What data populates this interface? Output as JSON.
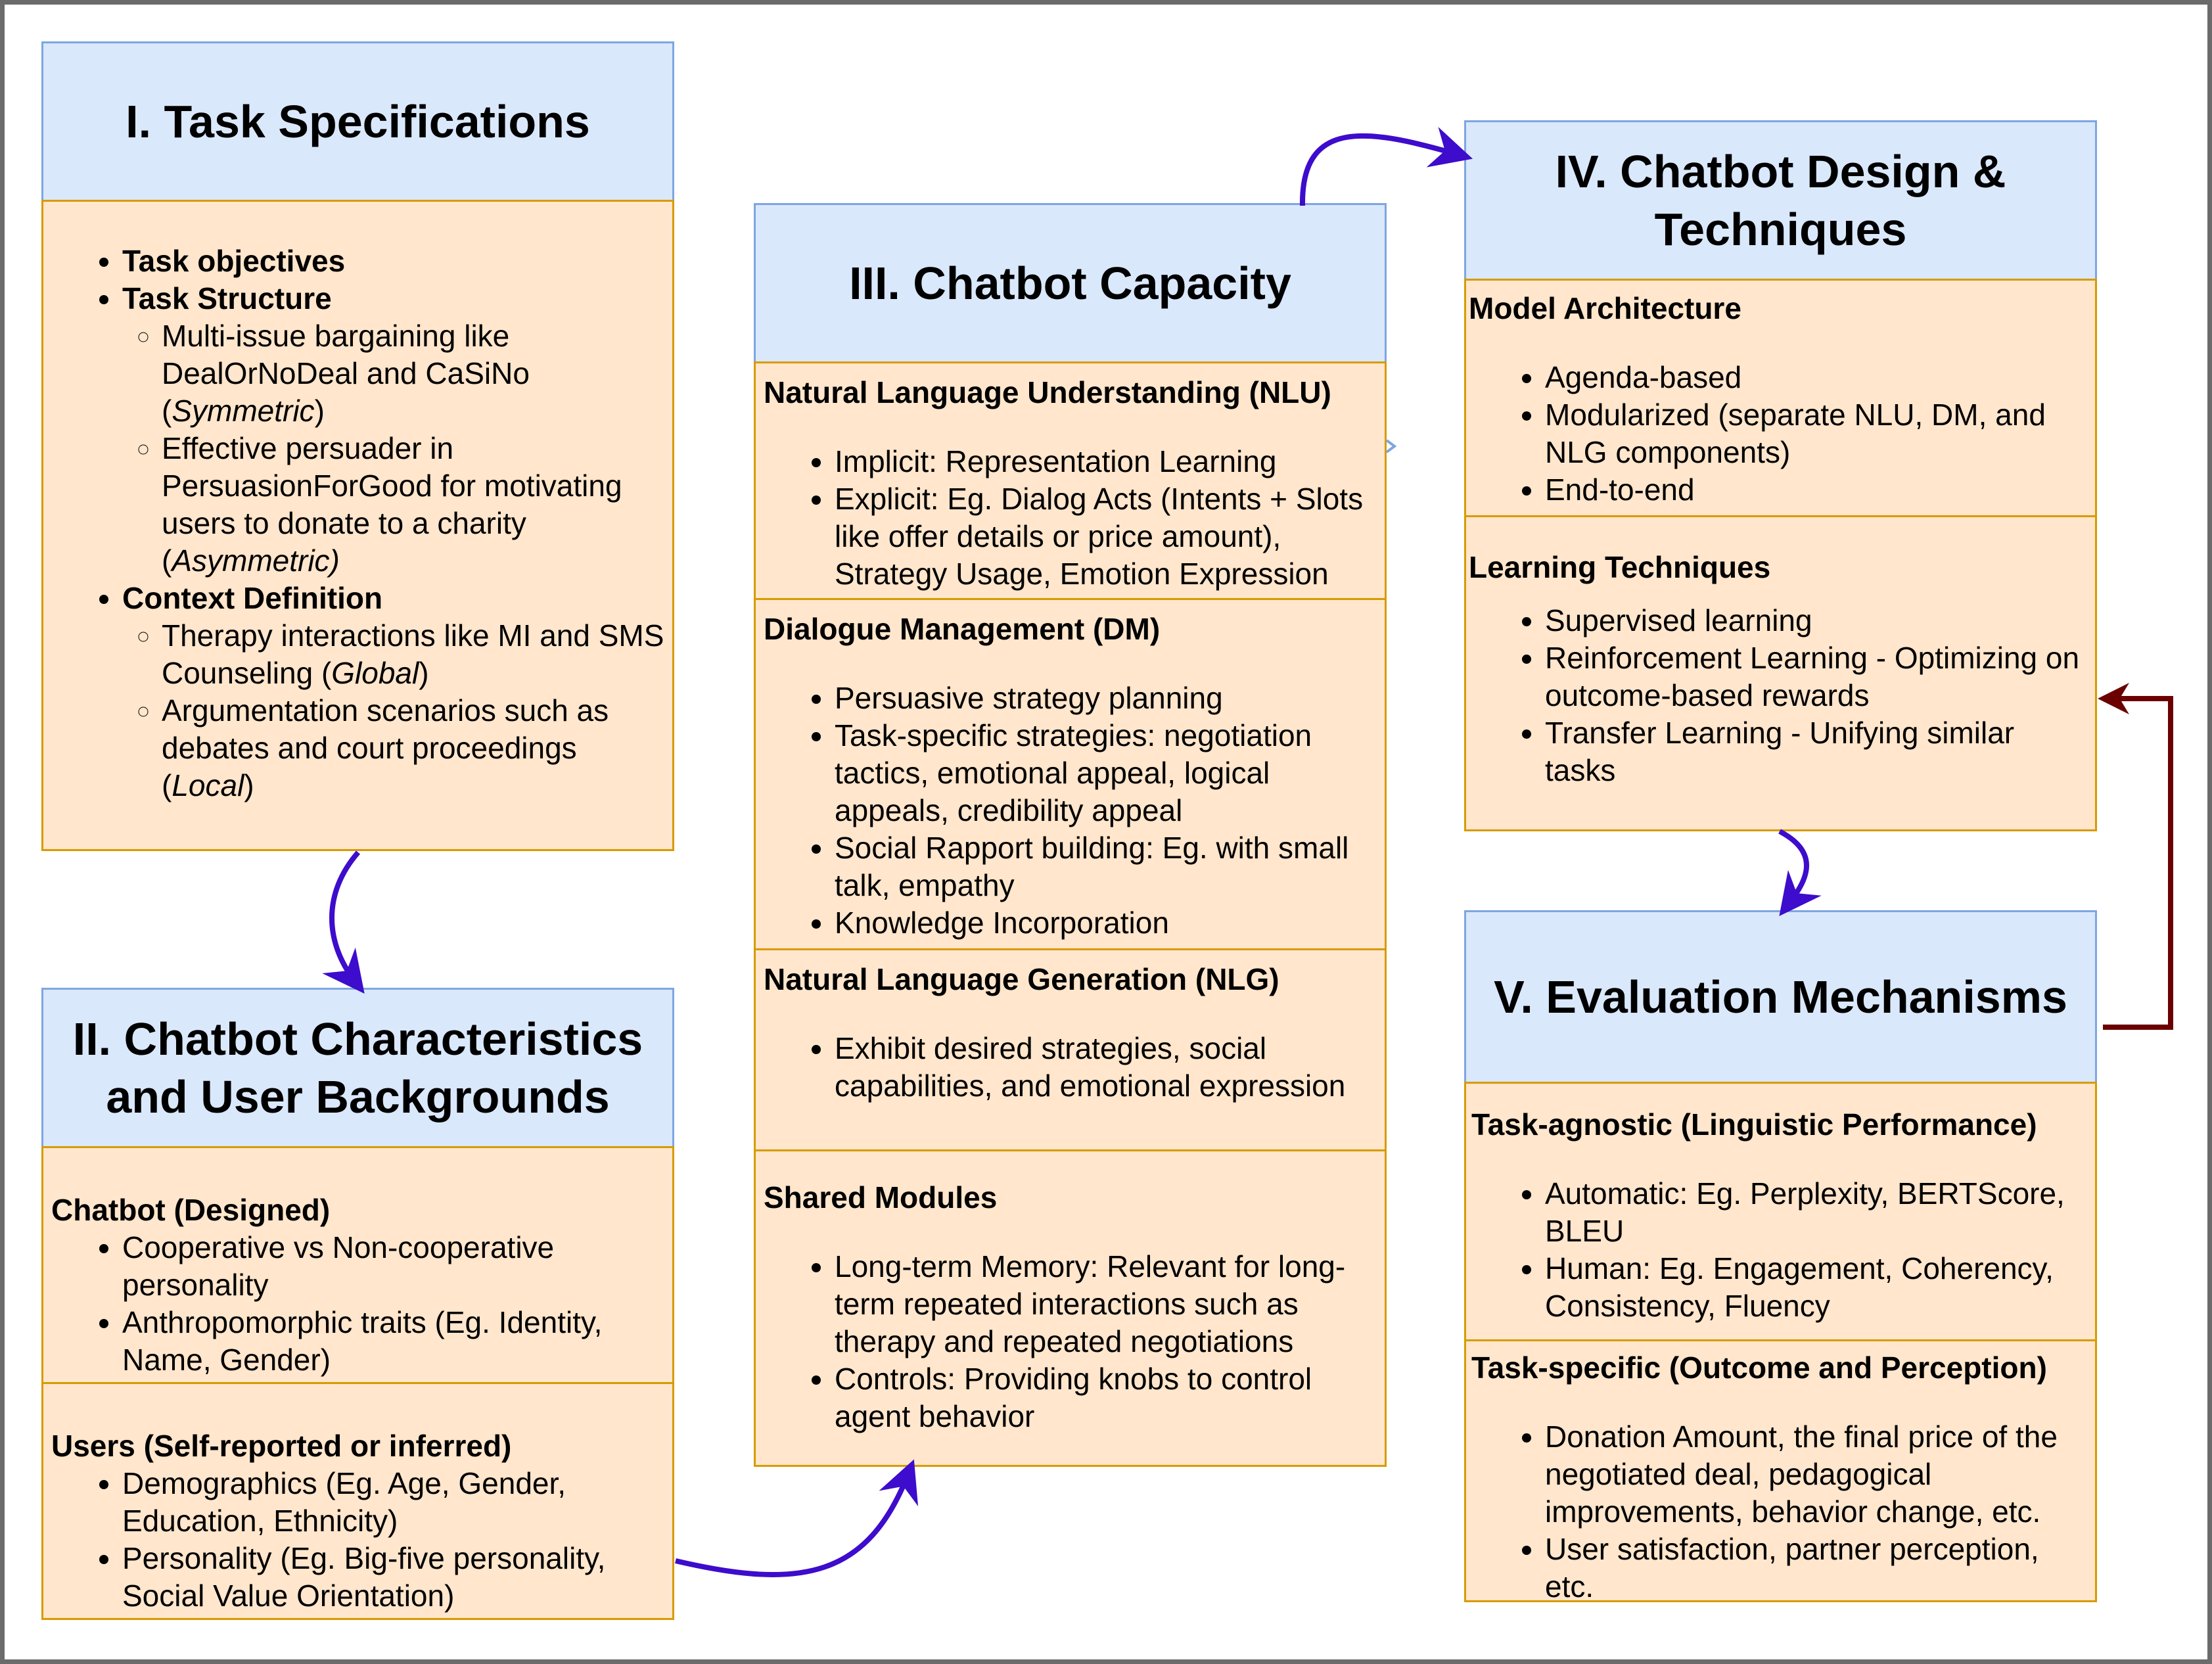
{
  "box1": {
    "title": "I. Task Specifications",
    "items": [
      {
        "label": "Task objectives"
      },
      {
        "label": "Task Structure"
      },
      {
        "sub1_text": "Multi-issue bargaining like DealOrNoDeal and CaSiNo (",
        "sub1_em": "Symmetric",
        "sub1_end": ")"
      },
      {
        "sub2_text": "Effective persuader in PersuasionForGood for motivating users to donate to a charity (",
        "sub2_em": "Asymmetric)"
      },
      {
        "label": "Context Definition"
      },
      {
        "sub3_text": "Therapy interactions like MI and SMS Counseling (",
        "sub3_em": "Global",
        "sub3_end": ")"
      },
      {
        "sub4_text": "Argumentation scenarios such as debates and court proceedings (",
        "sub4_em": "Local",
        "sub4_end": ")"
      }
    ]
  },
  "box2": {
    "title": "II. Chatbot Characteristics and User Backgrounds",
    "sections": [
      {
        "title": "Chatbot (Designed)",
        "bullets": [
          "Cooperative vs Non-cooperative personality",
          "Anthropomorphic traits (Eg. Identity, Name, Gender)"
        ]
      },
      {
        "title": "Users (Self-reported or inferred)",
        "bullets": [
          "Demographics (Eg. Age, Gender, Education, Ethnicity)",
          "Personality (Eg. Big-five personality, Social Value Orientation)"
        ]
      }
    ]
  },
  "box3": {
    "title": "III. Chatbot Capacity",
    "sections": [
      {
        "title": "Natural Language Understanding (NLU)",
        "bullets": [
          "Implicit: Representation Learning",
          "Explicit: Eg. Dialog Acts (Intents + Slots like offer details or price amount), Strategy Usage, Emotion Expression"
        ]
      },
      {
        "title": "Dialogue Management (DM)",
        "bullets": [
          "Persuasive strategy planning",
          "Task-specific strategies: negotiation tactics, emotional appeal, logical appeals, credibility appeal",
          "Social Rapport building: Eg. with small talk, empathy",
          "Knowledge Incorporation"
        ]
      },
      {
        "title": "Natural Language Generation (NLG)",
        "bullets": [
          "Exhibit desired strategies, social capabilities, and emotional expression"
        ]
      },
      {
        "title": "Shared Modules",
        "bullets": [
          "Long-term Memory: Relevant for long-term repeated interactions such as therapy and repeated negotiations",
          "Controls: Providing knobs to control agent behavior"
        ]
      }
    ]
  },
  "box4": {
    "title": "IV. Chatbot Design & Techniques",
    "sections": [
      {
        "title": "Model Architecture",
        "bullets": [
          "Agenda-based",
          "Modularized (separate NLU, DM, and NLG components)",
          "End-to-end"
        ]
      },
      {
        "title": "Learning Techniques",
        "bullets": [
          "Supervised learning",
          "Reinforcement Learning - Optimizing on outcome-based rewards",
          "Transfer Learning - Unifying similar tasks"
        ]
      }
    ]
  },
  "box5": {
    "title": "V. Evaluation Mechanisms",
    "sections": [
      {
        "title": "Task-agnostic (Linguistic Performance)",
        "bullets": [
          "Automatic: Eg. Perplexity, BERTScore, BLEU",
          "Human: Eg. Engagement, Coherency, Consistency, Fluency"
        ]
      },
      {
        "title": "Task-specific (Outcome and Perception)",
        "bullets": [
          "Donation Amount, the final price of the negotiated deal, pedagogical improvements, behavior change, etc.",
          "User satisfaction, partner perception, etc."
        ]
      }
    ]
  },
  "colors": {
    "header_fill": "#dae8fc",
    "header_border": "#7ea6e0",
    "section_fill": "#ffe6cc",
    "section_border": "#d79b00",
    "arrow_blue": "#3d0ccc",
    "arrow_red": "#6b0000"
  }
}
